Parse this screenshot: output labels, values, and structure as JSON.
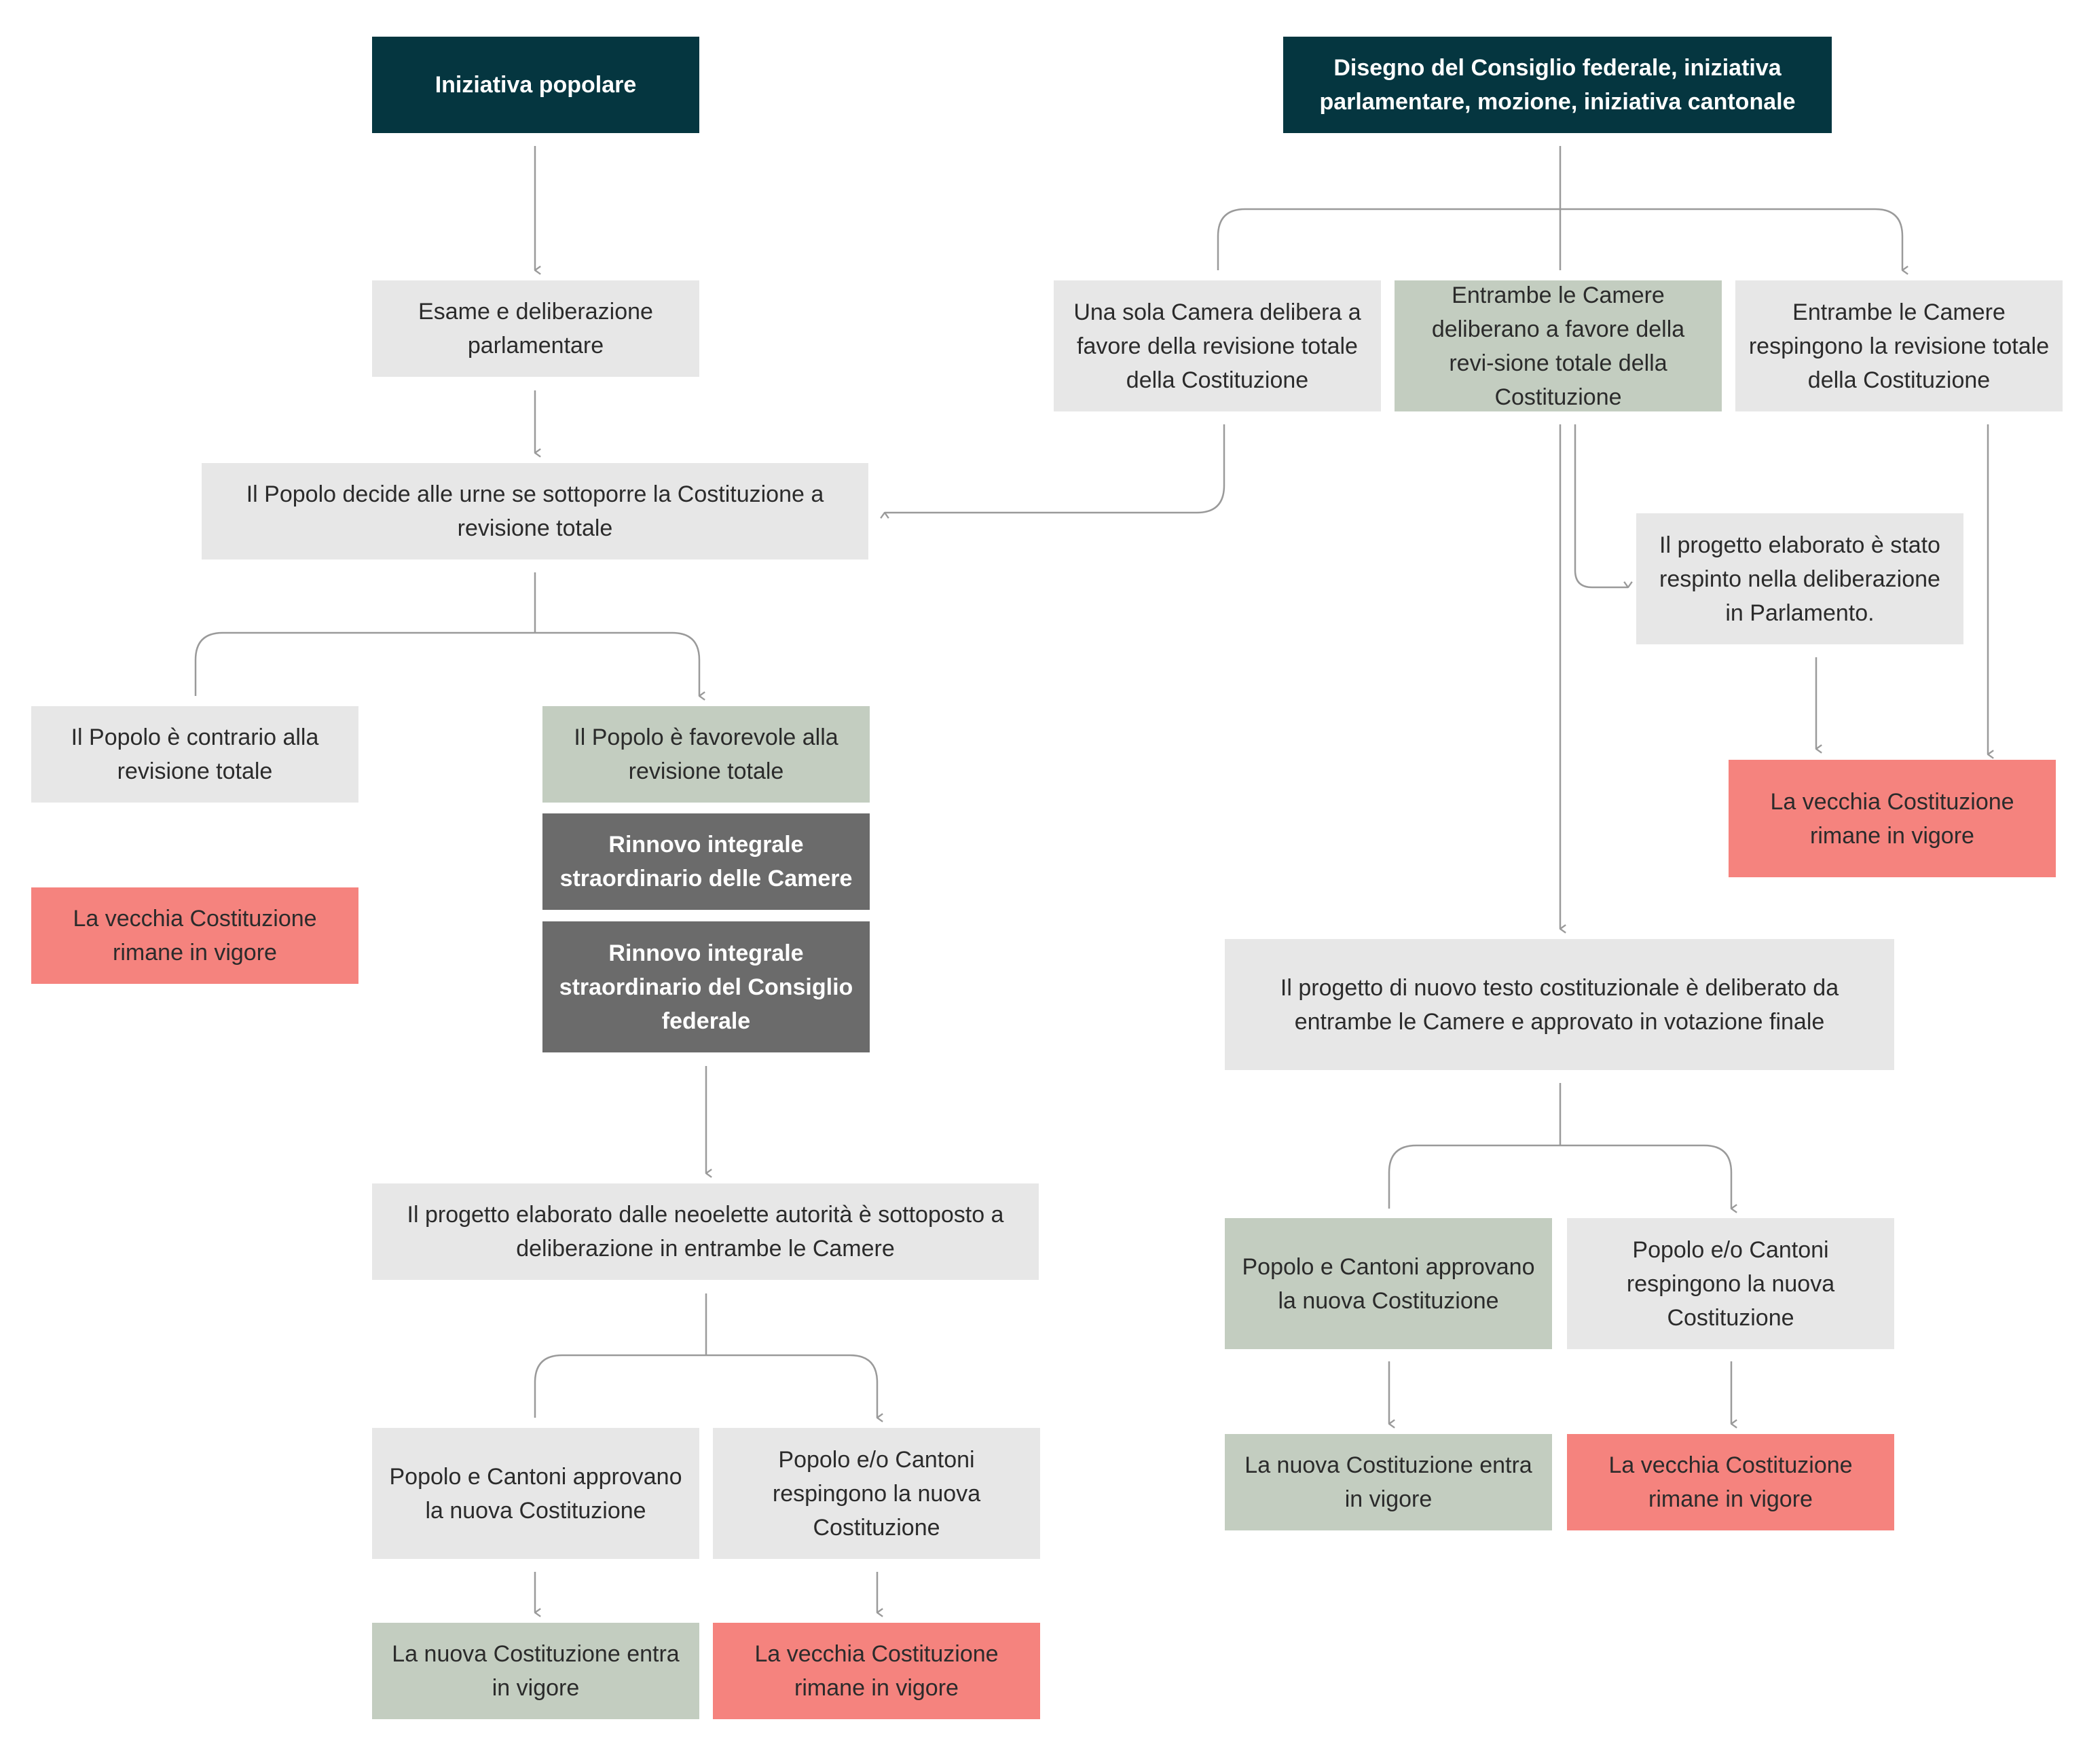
{
  "colors": {
    "dark": "#053640",
    "light_grey": "#e7e7e7",
    "green": "#c3cdc0",
    "mid_grey": "#6b6b6b",
    "red": "#f5837e",
    "connector": "#9a9a9a"
  },
  "nodes": {
    "popular_initiative": "Iniziativa popolare",
    "federal_council_draft": "Disegno del Consiglio federale, iniziativa parlamentare, mozione, iniziativa cantonale",
    "parliamentary_review": "Esame e deliberazione parlamentare",
    "one_chamber_favors": "Una sola Camera delibera a favore della revisione totale della Costituzione",
    "both_chambers_favor": "Entrambe le Camere deliberano a favore della revi-sione totale della Costituzione",
    "both_chambers_reject": "Entrambe le Camere respingono la revisione totale della Costituzione",
    "people_decide": "Il Popolo decide alle urne se sottoporre la Costituzione a revisione totale",
    "draft_rejected_parliament": "Il progetto elaborato è stato respinto nella deliberazione in Parlamento.",
    "people_against": "Il Popolo è contrario alla revisione totale",
    "people_in_favor": "Il Popolo è favorevole alla revisione totale",
    "renewal_chambers": "Rinnovo integrale straordinario delle Camere",
    "renewal_council": "Rinnovo integrale straordinario del Consiglio federale",
    "old_constitution_left": "La vecchia Costituzione rimane in vigore",
    "old_constitution_right_top": "La vecchia Costituzione rimane in vigore",
    "new_text_approved": "Il progetto di nuovo testo costituzionale è deliberato da entrambe le Camere e approvato in votazione finale",
    "draft_submitted_chambers": "Il progetto elaborato dalle neoelette autorità è sottoposto a deliberazione in entrambe le Camere",
    "approve_right": "Popolo e Cantoni approvano la nuova Costituzione",
    "reject_right": "Popolo e/o Cantoni respingono la nuova Costituzione",
    "approve_left": "Popolo e Cantoni approvano la nuova Costituzione",
    "reject_left": "Popolo e/o Cantoni respingono la nuova Costituzione",
    "new_in_force_right": "La nuova Costituzione entra in vigore",
    "old_in_force_right": "La vecchia Costituzione rimane in vigore",
    "new_in_force_left": "La nuova Costituzione entra in vigore",
    "old_in_force_left": "La vecchia Costituzione rimane in vigore"
  }
}
